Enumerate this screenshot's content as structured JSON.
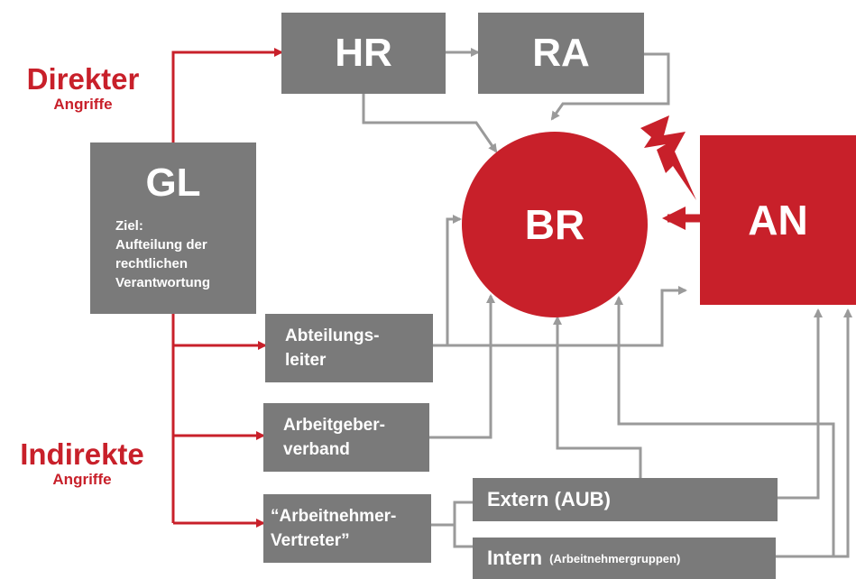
{
  "colors": {
    "red": "#c8202a",
    "grey": "#7a7a7a",
    "line_grey": "#9a9a9a"
  },
  "labels": {
    "direct_title": "Direkter",
    "direct_sub": "Angriffe",
    "indirect_title": "Indirekte",
    "indirect_sub": "Angriffe"
  },
  "nodes": {
    "gl": {
      "label": "GL",
      "goal": "Ziel:\nAufteilung der\nrechtlichen\nVerantwortung"
    },
    "hr": {
      "label": "HR"
    },
    "ra": {
      "label": "RA"
    },
    "br": {
      "label": "BR"
    },
    "an": {
      "label": "AN"
    },
    "abteilungsleiter": {
      "label": "Abteilungs-\nleiter"
    },
    "arbeitgeberverband": {
      "label": "Arbeitgeber-\nverband"
    },
    "arbeitnehmervertreter": {
      "label": "“Arbeitnehmer-\nVertreter”"
    },
    "extern": {
      "label": "Extern (AUB)"
    },
    "intern": {
      "label": "Intern",
      "sub": "(Arbeitnehmergruppen)"
    }
  },
  "icons": {
    "attack": "lightning-bolt-icon"
  }
}
